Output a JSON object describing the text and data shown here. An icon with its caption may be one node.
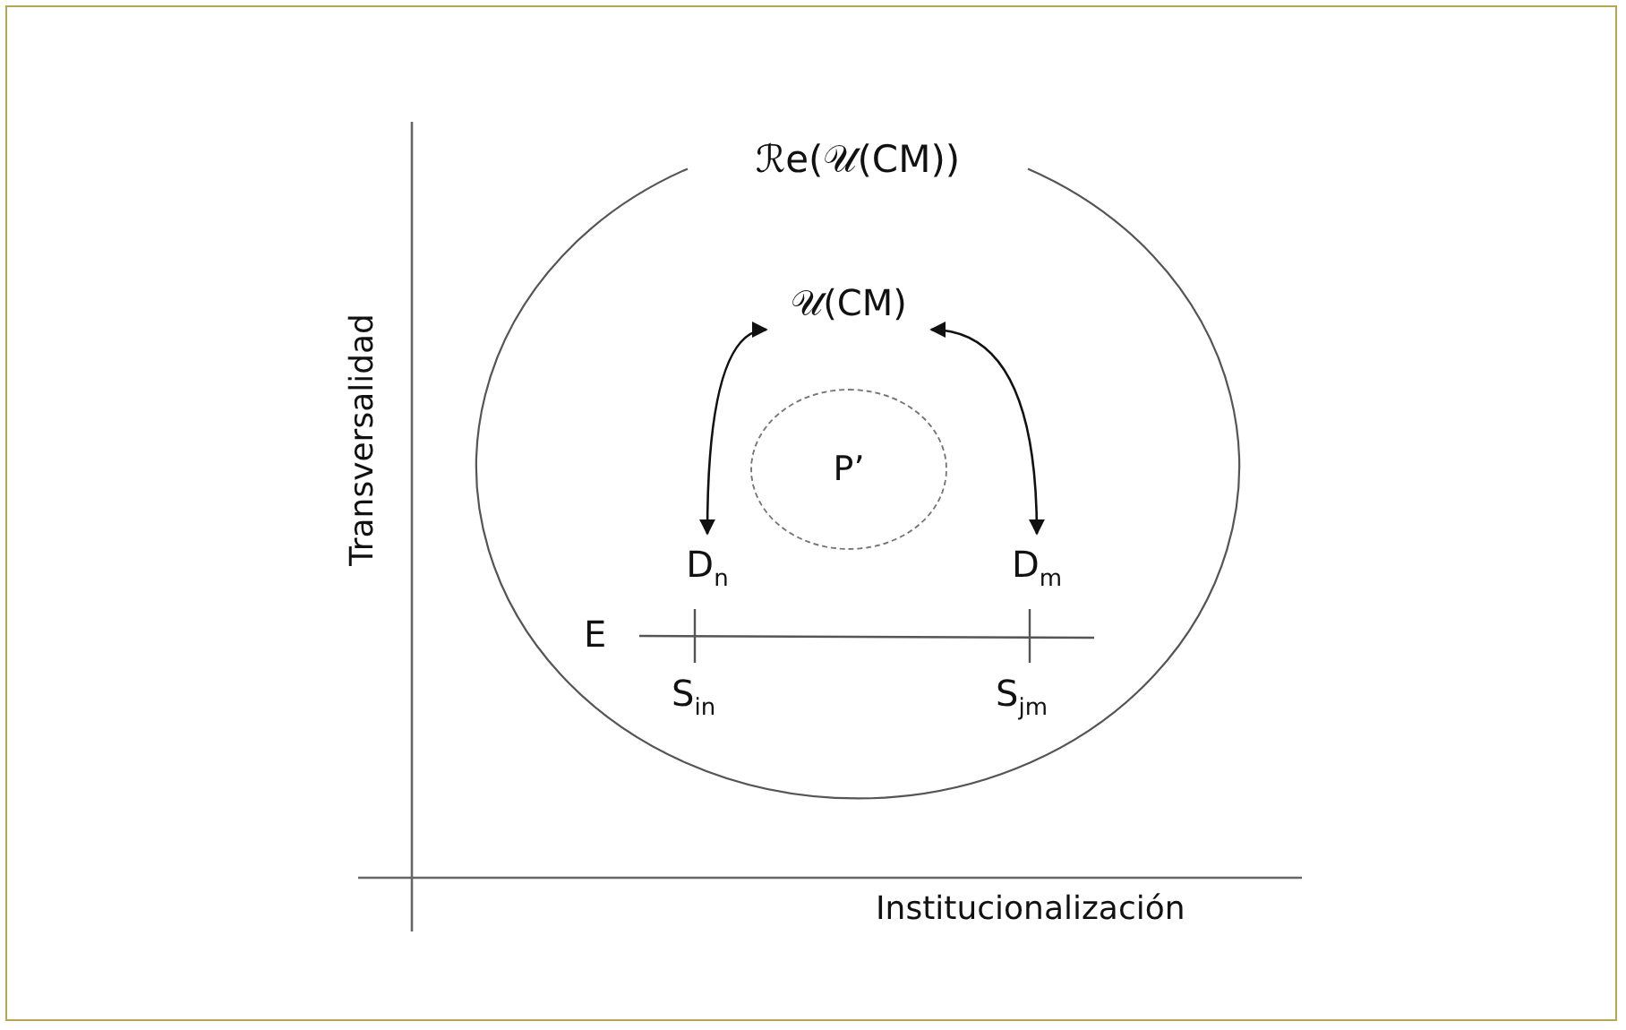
{
  "diagram": {
    "nodes": [
      {
        "text": [
          "ℛe(𝒰(CM))"
        ]
      },
      {
        "text": [
          "𝒰(CM)"
        ],
        "in": 0
      },
      {
        "text": [
          "P’"
        ],
        "in": 0
      },
      {
        "text": [
          "D$_{n}$"
        ],
        "in": 0
      },
      {
        "text": [
          "D$_{m}$"
        ],
        "in": 0
      }
    ],
    "edges": [
      {
        "from": 1,
        "to": 3,
        "arrow": "both"
      },
      {
        "from": 1,
        "to": 4,
        "arrow": "both"
      }
    ],
    "labels": [
      "Transversalidad",
      "E",
      "S$_{in}$",
      "S$_{jm}$",
      "Institucionalización"
    ]
  }
}
